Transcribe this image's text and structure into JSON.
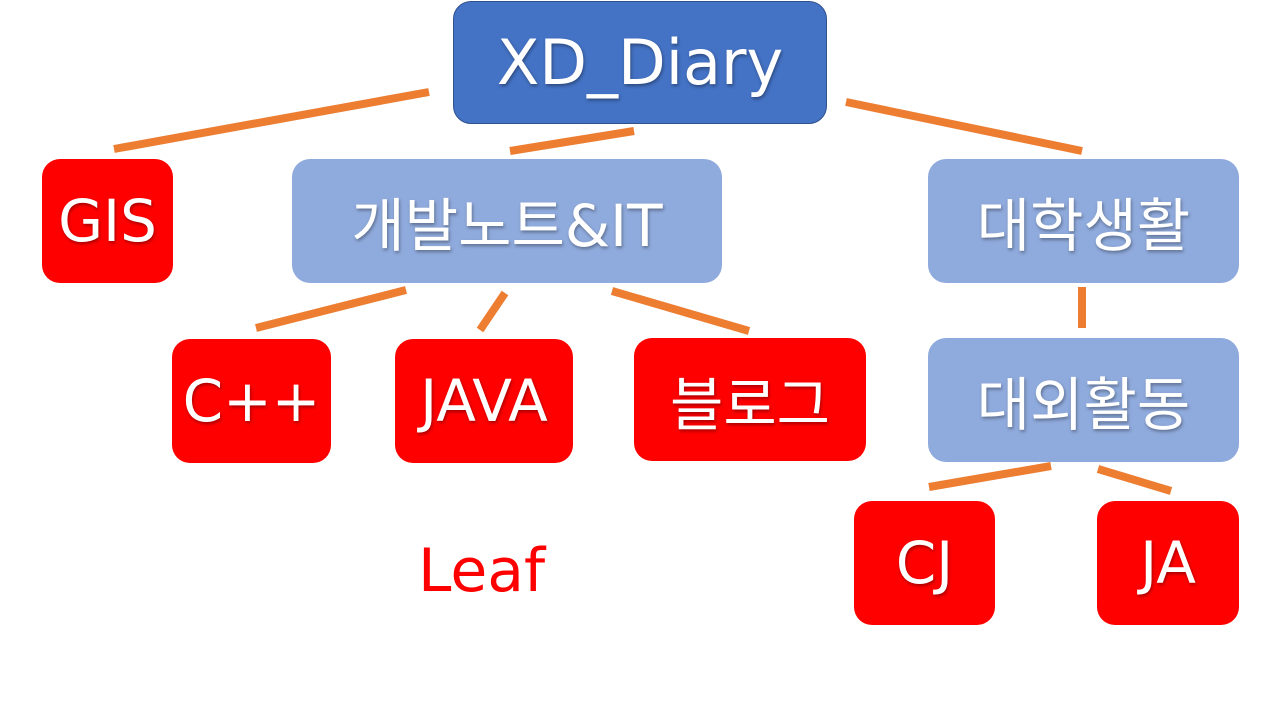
{
  "diagram": {
    "root": {
      "label": "XD_Diary"
    },
    "level1": {
      "gis": {
        "label": "GIS"
      },
      "dev_notes": {
        "label": "개발노트&IT"
      },
      "college_life": {
        "label": "대학생활"
      }
    },
    "level2": {
      "cpp": {
        "label": "C++"
      },
      "java": {
        "label": "JAVA"
      },
      "blog": {
        "label": "블로그"
      },
      "external": {
        "label": "대외활동"
      }
    },
    "level3": {
      "cj": {
        "label": "CJ"
      },
      "ja": {
        "label": "JA"
      }
    },
    "legend": {
      "label": "Leaf"
    },
    "colors": {
      "root_fill": "#4472C4",
      "internal_fill": "#8FAADC",
      "leaf_fill": "#FF0000",
      "edge": "#ED7D31",
      "text": "#FFFFFF",
      "legend_text": "#FF0000"
    }
  }
}
